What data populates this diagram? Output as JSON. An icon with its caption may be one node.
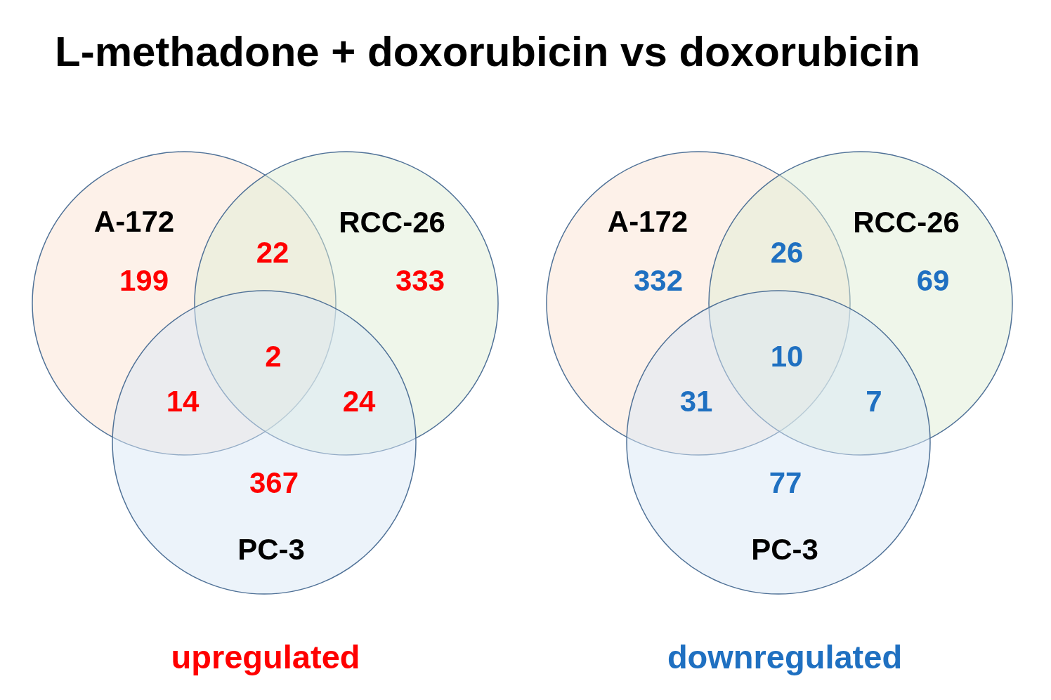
{
  "diagram": {
    "title": "L-methadone + doxorubicin vs doxorubicin",
    "nodes": [
      {
        "text": [
          "A-172"
        ]
      },
      {
        "text": [
          "RCC-26"
        ]
      },
      {
        "text": [
          "PC-3"
        ]
      },
      {
        "text": [
          "A-172"
        ]
      },
      {
        "text": [
          "RCC-26"
        ]
      },
      {
        "text": [
          "PC-3"
        ]
      }
    ],
    "labels": [
      "22",
      "199",
      "333",
      "2",
      "14",
      "24",
      "367",
      "upregulated",
      "26",
      "332",
      "69",
      "10",
      "31",
      "7",
      "77",
      "downregulated"
    ]
  }
}
